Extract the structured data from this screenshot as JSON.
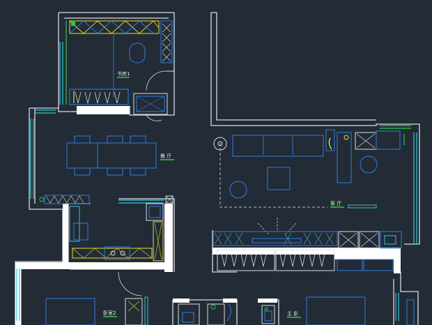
{
  "plan": {
    "background": "#222b36",
    "colors": {
      "wall": "#ffffff",
      "wall_line": "#d8dde3",
      "furniture": "#2f7fe0",
      "window": "#35c6d6",
      "yellow": "#e7df2a",
      "green": "#2ecc40",
      "dashed": "#b9bec6"
    },
    "rooms": [
      {
        "id": "bedroom-3",
        "label": "书房1"
      },
      {
        "id": "dining",
        "label": "餐 厅"
      },
      {
        "id": "living",
        "label": "客 厅"
      },
      {
        "id": "bedroom-2",
        "label": "卧室2"
      },
      {
        "id": "master",
        "label": "主 卧"
      }
    ]
  }
}
